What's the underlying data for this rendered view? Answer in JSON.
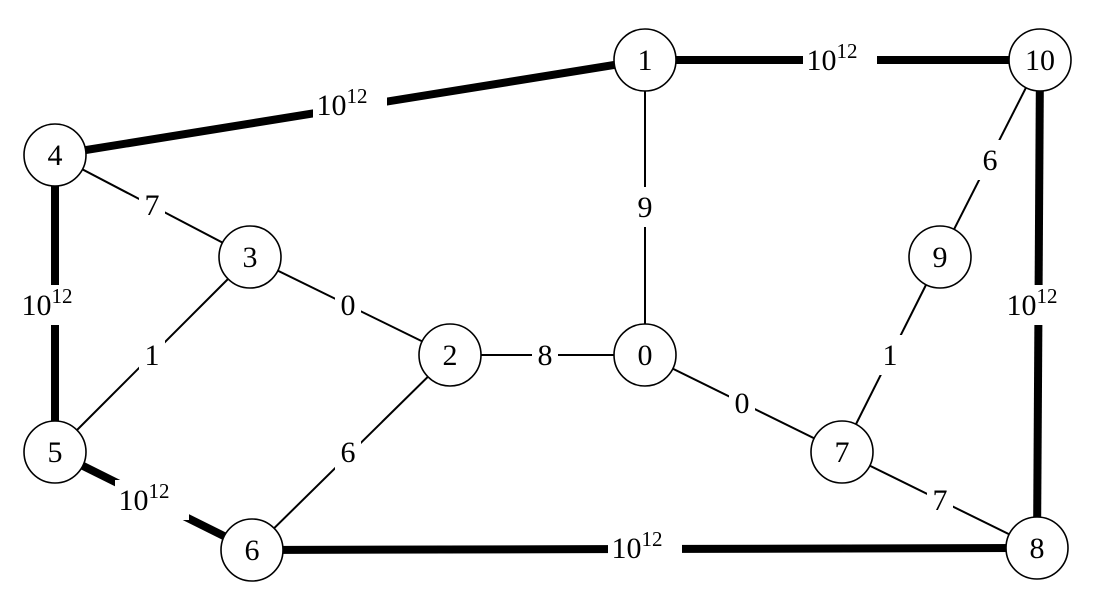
{
  "graph": {
    "nodes": [
      "0",
      "1",
      "2",
      "3",
      "4",
      "5",
      "6",
      "7",
      "8",
      "9",
      "10"
    ],
    "edges": [
      {
        "from": "4",
        "to": "1",
        "weight": "10",
        "exp": "12",
        "heavy": true
      },
      {
        "from": "1",
        "to": "10",
        "weight": "10",
        "exp": "12",
        "heavy": true
      },
      {
        "from": "1",
        "to": "0",
        "weight": "9",
        "exp": "",
        "heavy": false
      },
      {
        "from": "4",
        "to": "3",
        "weight": "7",
        "exp": "",
        "heavy": false
      },
      {
        "from": "3",
        "to": "2",
        "weight": "0",
        "exp": "",
        "heavy": false
      },
      {
        "from": "3",
        "to": "5",
        "weight": "1",
        "exp": "",
        "heavy": false
      },
      {
        "from": "4",
        "to": "5",
        "weight": "10",
        "exp": "12",
        "heavy": true
      },
      {
        "from": "2",
        "to": "0",
        "weight": "8",
        "exp": "",
        "heavy": false
      },
      {
        "from": "2",
        "to": "6",
        "weight": "6",
        "exp": "",
        "heavy": false
      },
      {
        "from": "0",
        "to": "7",
        "weight": "0",
        "exp": "",
        "heavy": false
      },
      {
        "from": "10",
        "to": "9",
        "weight": "6",
        "exp": "",
        "heavy": false
      },
      {
        "from": "9",
        "to": "7",
        "weight": "1",
        "exp": "",
        "heavy": false
      },
      {
        "from": "10",
        "to": "8",
        "weight": "10",
        "exp": "12",
        "heavy": true
      },
      {
        "from": "7",
        "to": "8",
        "weight": "7",
        "exp": "",
        "heavy": false
      },
      {
        "from": "5",
        "to": "6",
        "weight": "10",
        "exp": "12",
        "heavy": true
      },
      {
        "from": "6",
        "to": "8",
        "weight": "10",
        "exp": "12",
        "heavy": true
      }
    ]
  }
}
